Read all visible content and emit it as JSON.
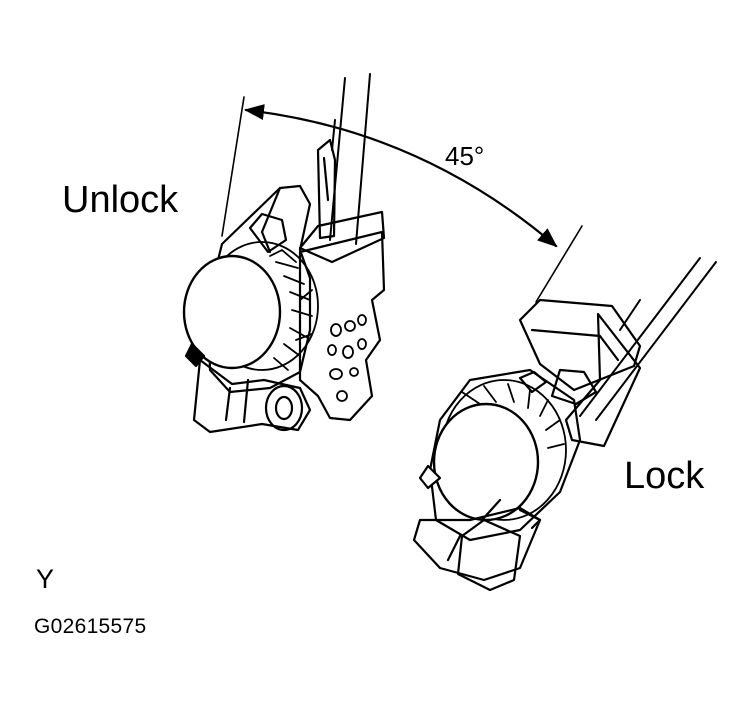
{
  "labels": {
    "unlock": "Unlock",
    "lock": "Lock",
    "angle": "45°",
    "view": "Y",
    "figure_code": "G02615575"
  },
  "colors": {
    "line": "#000000",
    "background": "#ffffff"
  }
}
